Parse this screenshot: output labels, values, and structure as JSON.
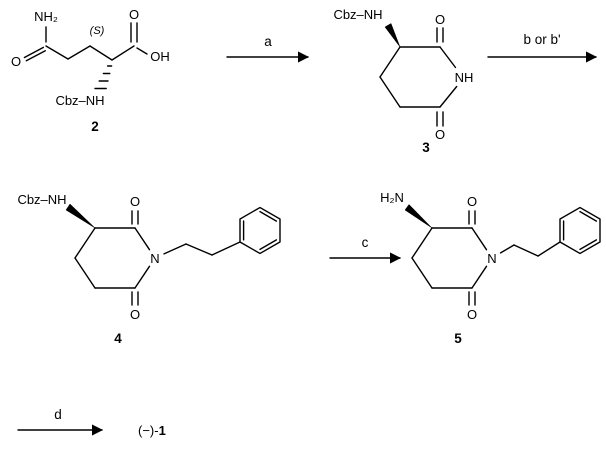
{
  "c2": {
    "nh2": "NH₂",
    "o_amide": "O",
    "stereo": "(S)",
    "o_acid": "O",
    "oh": "OH",
    "cbznh": "Cbz–NH",
    "num": "2"
  },
  "c3": {
    "cbznh": "Cbz–NH",
    "o_top": "O",
    "nh": "NH",
    "o_bot": "O",
    "num": "3"
  },
  "c4": {
    "cbznh": "Cbz–NH",
    "o_top": "O",
    "n": "N",
    "o_bot": "O",
    "num": "4"
  },
  "c5": {
    "h2n": "H₂N",
    "o_top": "O",
    "n": "N",
    "o_bot": "O",
    "num": "5"
  },
  "arrows": {
    "a": "a",
    "b": "b or b'",
    "c": "c",
    "d": "d"
  },
  "product": {
    "prefix": "(−)-",
    "num": "1"
  }
}
